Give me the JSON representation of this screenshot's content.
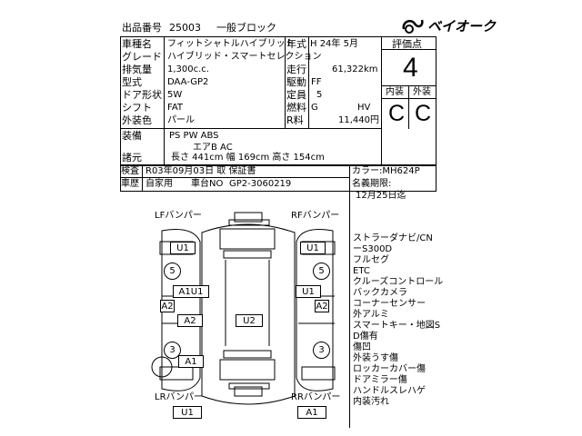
{
  "header": {
    "lot_label": "出品番号",
    "lot_number": "25003",
    "category": "一般ブロック",
    "brand": "ベイオーク",
    "score_label": "評価点",
    "score": "4"
  },
  "specs": {
    "name_label": "車種名",
    "name_value": "フィットシャトルハイブリット",
    "grade_label": "グレード",
    "grade_value": "ハイブリッド・スマートセレクション",
    "disp_label": "排気量",
    "disp_value": "1,300c.c.",
    "model_label": "型式",
    "model_value": "DAA-GP2",
    "door_label": "ドア形状",
    "door_value": "5W",
    "shift_label": "シフト",
    "shift_value": "FAT",
    "color_label": "外装色",
    "color_value": "パール",
    "year_label": "年式",
    "year_value": "H 24年  5月",
    "mileage_label": "走行",
    "mileage_value": "61,322km",
    "drive_label": "駆動",
    "drive_value": "FF",
    "capacity_label": "定員",
    "capacity_value": "5",
    "fuel_label": "燃料",
    "fuel_a": "G",
    "fuel_b": "HV",
    "tax_label": "R料",
    "tax_value": "11,440円"
  },
  "ratings": {
    "interior_label": "内装",
    "interior_value": "C",
    "exterior_label": "外装",
    "exterior_value": "C"
  },
  "equipment": {
    "label": "装備",
    "line1": "PS    PW    ABS",
    "line2": "エアB    AC"
  },
  "dimensions": {
    "label": "諸元",
    "value": "長さ  441cm  幅  169cm  高さ  154cm"
  },
  "inspection": {
    "label": "検査",
    "value": "R03年09月03日 取    保証書",
    "use_label": "車歴",
    "use_value": "自家用",
    "chassis_label": "車台NO",
    "chassis_value": "GP2-3060219",
    "color_code": "カラー:MH624P",
    "new_car_label": "名義期限:",
    "new_car_value": "12月25日迄"
  },
  "diagram": {
    "lf_label": "LFバンパー",
    "rf_label": "RFバンパー",
    "lr_label": "LRバンパー",
    "rr_label": "RRバンパー",
    "lf_mark": "U1",
    "rf_mark": "U1",
    "left_front_mark": "A1U1",
    "right_front_mark": "U1",
    "left_mid_a": "A2",
    "left_mid_b": "A2",
    "center_mark": "U2",
    "right_mid": "A2",
    "left_rear_mark": "A1",
    "lr_mark": "U1",
    "rr_mark": "A1",
    "circle_5a": "5",
    "circle_5b": "5",
    "circle_3a": "3",
    "circle_3b": "3"
  },
  "notes": [
    "ストラーダナビ/CN",
    "ーS300D",
    "フルセグ",
    "ETC",
    "クルーズコントロール",
    "バックカメラ",
    "コーナーセンサー",
    "外アルミ",
    "スマートキー・地図S",
    "D傷有",
    "傷凹",
    "外装うす傷",
    "ロッカーカバー傷",
    "ドアミラー傷",
    "ハンドルスレハゲ",
    "内装汚れ"
  ]
}
